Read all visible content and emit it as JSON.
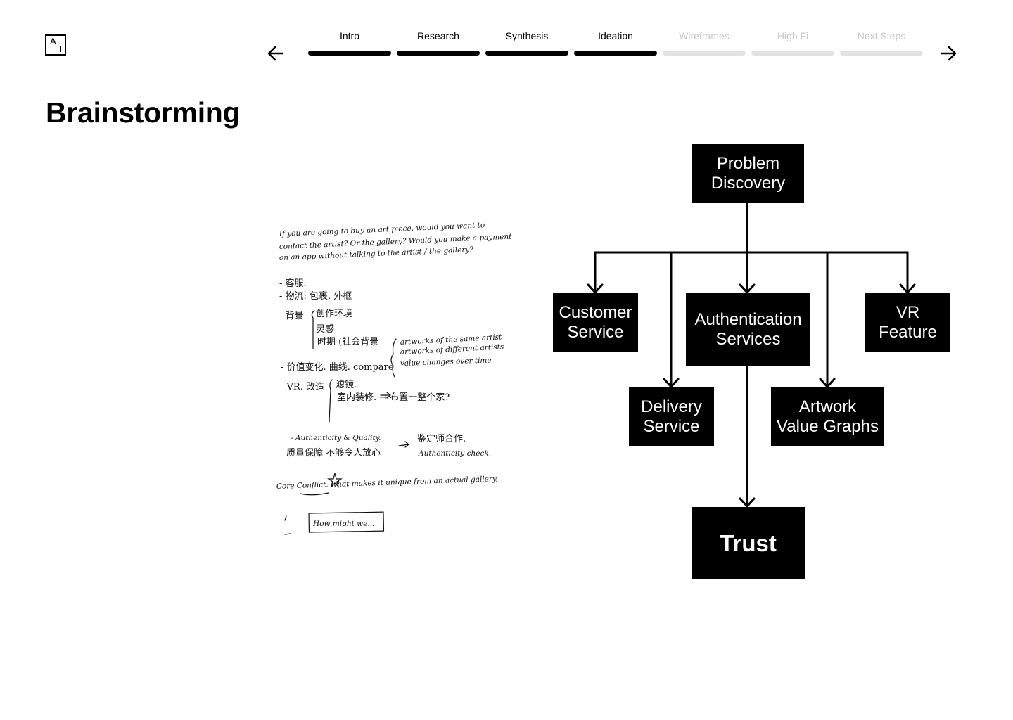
{
  "logo": {
    "letter": "A"
  },
  "nav": {
    "prev_icon": "arrow-left-icon",
    "next_icon": "arrow-right-icon",
    "steps": [
      {
        "label": "Intro",
        "active": true
      },
      {
        "label": "Research",
        "active": true
      },
      {
        "label": "Synthesis",
        "active": true
      },
      {
        "label": "Ideation",
        "active": true
      },
      {
        "label": "Wireframes",
        "active": false
      },
      {
        "label": "High Fi",
        "active": false
      },
      {
        "label": "Next Steps",
        "active": false
      }
    ]
  },
  "page": {
    "title": "Brainstorming"
  },
  "notes": {
    "question_lines": [
      "If you are going to buy an art piece, would you want to",
      "contact the artist? Or the gallery? Would you make a payment",
      "on an app without talking to the artist / the gallery?"
    ],
    "bullet_service": "- 客服.",
    "bullet_logistics": "- 物流: 包裹. 外框",
    "bullet_background": "- 背景",
    "background_items": [
      "创作环境",
      "灵感",
      "时期 (社会背景"
    ],
    "bullet_value": "- 价值变化. 曲线. compare",
    "value_items": [
      "artworks of the same artist",
      "artworks of different artists",
      "value changes over time"
    ],
    "bullet_vr": "- VR. 改造",
    "vr_items": [
      "滤镜.",
      "室内装修. → 布置一整个家?"
    ],
    "bullet_authenticity_1": "- Authenticity & Quality.",
    "bullet_authenticity_2": "质量保障 不够令人放心",
    "authenticity_items": [
      "鉴定师合作.",
      "Authenticity check."
    ],
    "core_conflict": "Core Conflict: what makes it unique from an actual gallery,",
    "how_might_we": "How might we..."
  },
  "diagram": {
    "nodes": {
      "problem": [
        "Problem",
        "Discovery"
      ],
      "customer": [
        "Customer",
        "Service"
      ],
      "authentication": [
        "Authentication",
        "Services"
      ],
      "vr": [
        "VR",
        "Feature"
      ],
      "delivery": [
        "Delivery",
        "Service"
      ],
      "artwork": [
        "Artwork",
        "Value Graphs"
      ],
      "trust": "Trust"
    }
  }
}
